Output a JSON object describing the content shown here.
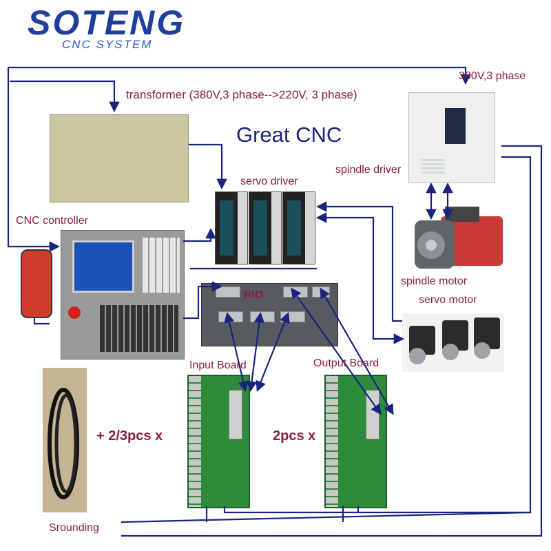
{
  "logo": {
    "brand": "SOTENG",
    "tagline": "CNC SYSTEM"
  },
  "title": "Great CNC",
  "labels": {
    "transformer": "transformer (380V,3 phase-->220V, 3 phase)",
    "power_in": "380V,3 phase",
    "spindle_driver": "spindle driver",
    "servo_driver": "servo driver",
    "cnc_controller": "CNC controller",
    "spindle_motor": "spindle motor",
    "servo_motor": "servo motor",
    "rio": "RIO",
    "input_board": "Input Board",
    "output_board": "Output Board",
    "input_qty": "+ 2/3pcs x",
    "output_qty": "2pcs x",
    "grounding": "Srounding"
  },
  "colors": {
    "wire": "#1a237e",
    "label": "#8a1d3a",
    "title": "#1a237e",
    "logo": "#1f3e9e"
  }
}
